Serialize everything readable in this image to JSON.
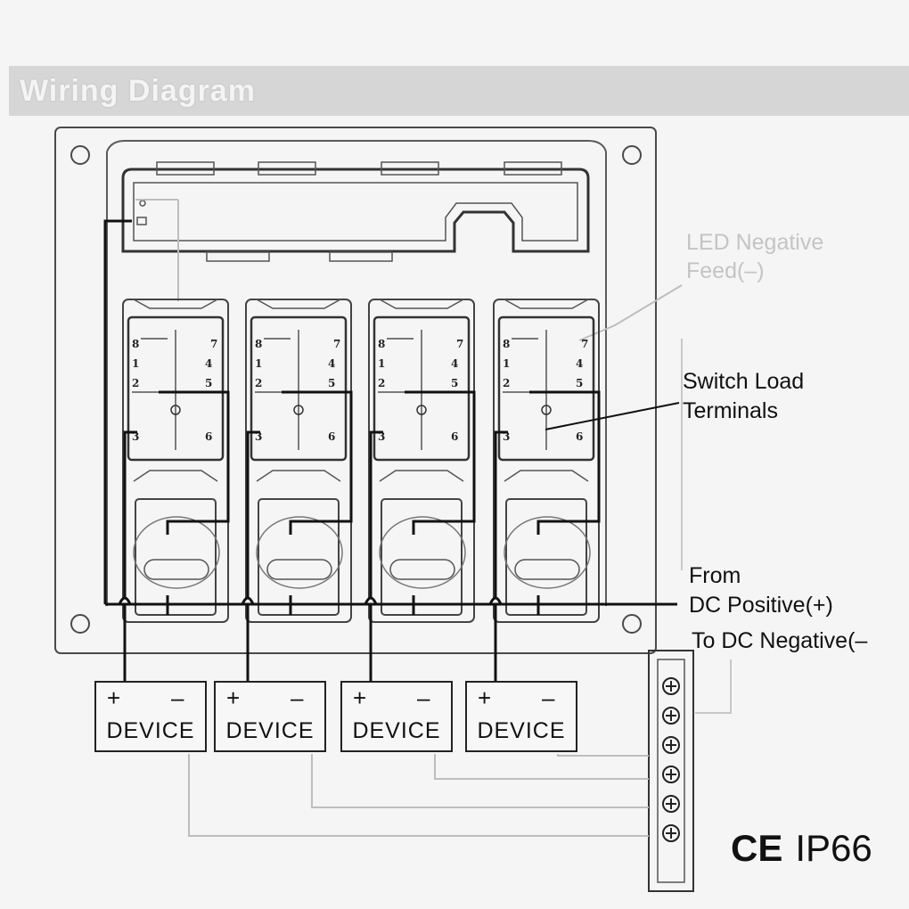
{
  "title": "Wiring Diagram",
  "labels": {
    "led_negative_line1": "LED Negative",
    "led_negative_line2": "Feed(–)",
    "switch_load_line1": "Switch Load",
    "switch_load_line2": "Terminals",
    "from_line1": "From",
    "from_line2": "DC Positive(+)",
    "to_dc_negative": "To DC Negative(–"
  },
  "switch_terminals": {
    "t8": "8",
    "t7": "7",
    "t1": "1",
    "t4": "4",
    "t2": "2",
    "t5": "5",
    "t3": "3",
    "t6": "6"
  },
  "devices": [
    {
      "label": "DEVICE",
      "plus": "+",
      "minus": "–"
    },
    {
      "label": "DEVICE",
      "plus": "+",
      "minus": "–"
    },
    {
      "label": "DEVICE",
      "plus": "+",
      "minus": "–"
    },
    {
      "label": "DEVICE",
      "plus": "+",
      "minus": "–"
    }
  ],
  "certifications": {
    "ce": "CE",
    "ip": "IP66"
  },
  "colors": {
    "wire": "#111111",
    "faint_wire": "#bdbdbd",
    "panel_outline": "#4a4a4a",
    "title_bar": "#d6d6d6"
  },
  "terminal_block_screws": 6
}
